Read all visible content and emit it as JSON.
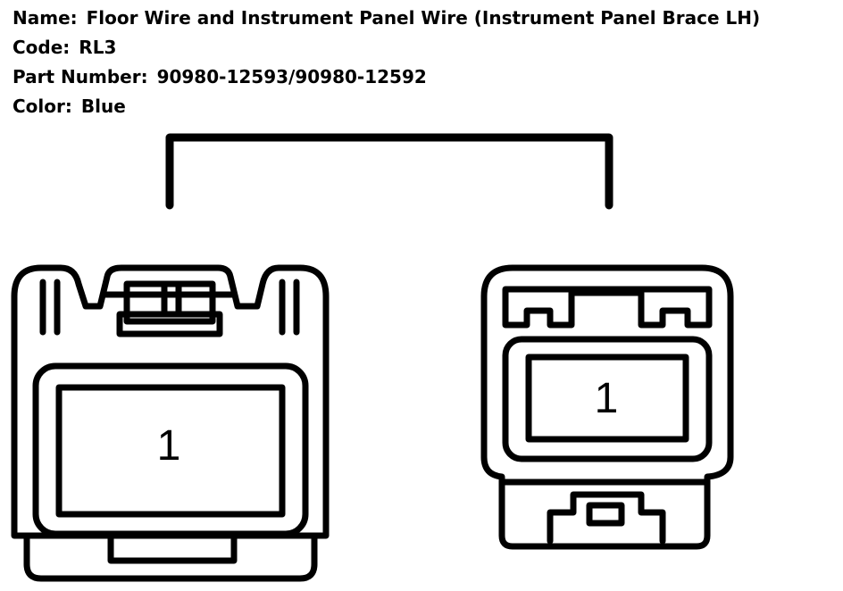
{
  "header": {
    "name_label": "Name:",
    "name_value": "Floor Wire and Instrument Panel Wire (Instrument Panel Brace LH)",
    "code_label": "Code:",
    "code_value": "RL3",
    "part_label": "Part Number:",
    "part_value": "90980-12593/90980-12592",
    "color_label": "Color:",
    "color_value": "Blue"
  },
  "connectors": {
    "left": {
      "pin": "1"
    },
    "right": {
      "pin": "1"
    }
  }
}
